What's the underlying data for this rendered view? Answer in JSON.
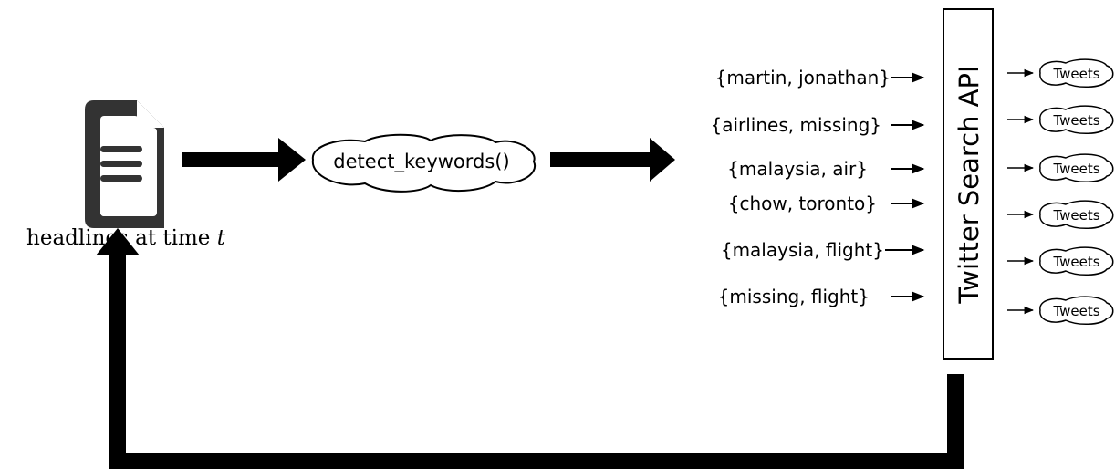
{
  "document": {
    "icon": "document-icon",
    "caption_text": "headlines at time ",
    "caption_var": "t"
  },
  "process": {
    "label": "detect_keywords()"
  },
  "keywords": [
    "{martin, jonathan}",
    "{airlines, missing}",
    "{malaysia, air}",
    "{chow, toronto}",
    "{malaysia, flight}",
    "{missing, flight}"
  ],
  "api": {
    "label": "Twitter Search API"
  },
  "outputs": [
    "Tweets",
    "Tweets",
    "Tweets",
    "Tweets",
    "Tweets",
    "Tweets"
  ],
  "colors": {
    "ink": "#000000",
    "icon": "#333333",
    "background": "#ffffff"
  }
}
